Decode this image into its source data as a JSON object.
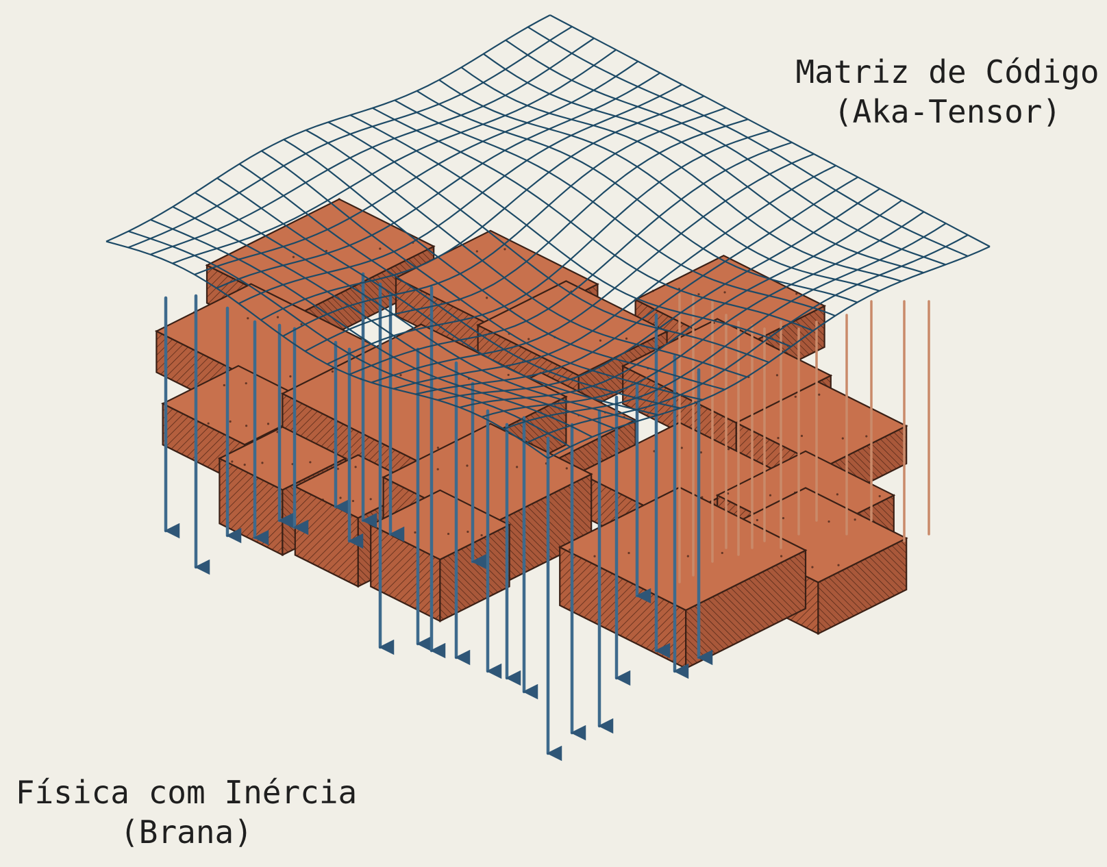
{
  "labels": {
    "code_matrix": {
      "line1": "Matriz de Código",
      "line2": "(Aka-Tensor)"
    },
    "physics_brane": {
      "line1": "Física com Inércia",
      "line2": "(Brana)"
    }
  },
  "colors": {
    "background": "#f1efe7",
    "grid": "#1d4a66",
    "brick": "#c8714d",
    "brick_dark": "#9e4f33",
    "outline": "#3a2016",
    "blue_rod": "#3e6a8c",
    "orange_rod": "#c98a6a"
  },
  "icons": [
    "wavy-grid-mesh",
    "brick-blocks",
    "vertical-arrows"
  ]
}
